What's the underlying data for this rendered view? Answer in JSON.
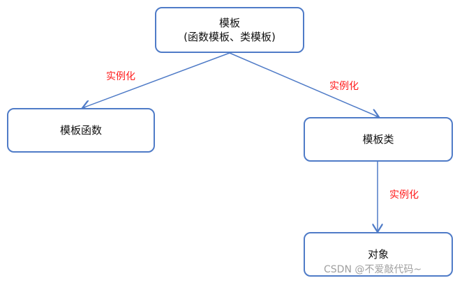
{
  "diagram": {
    "nodes": {
      "template": {
        "line1": "模板",
        "line2": "(函数模板、类模板)"
      },
      "function_template": {
        "label": "模板函数"
      },
      "class_template": {
        "label": "模板类"
      },
      "object": {
        "label": "对象"
      }
    },
    "edges": [
      {
        "from": "template",
        "to": "function_template",
        "label": "实例化"
      },
      {
        "from": "template",
        "to": "class_template",
        "label": "实例化"
      },
      {
        "from": "class_template",
        "to": "object",
        "label": "实例化"
      }
    ]
  },
  "watermark": {
    "text": "CSDN @不爱敲代码~"
  },
  "colors": {
    "node_border": "#4f7bc7",
    "edge_line": "#4f7bc7",
    "edge_label": "#ff1a1a",
    "watermark": "#9a9a9a"
  }
}
